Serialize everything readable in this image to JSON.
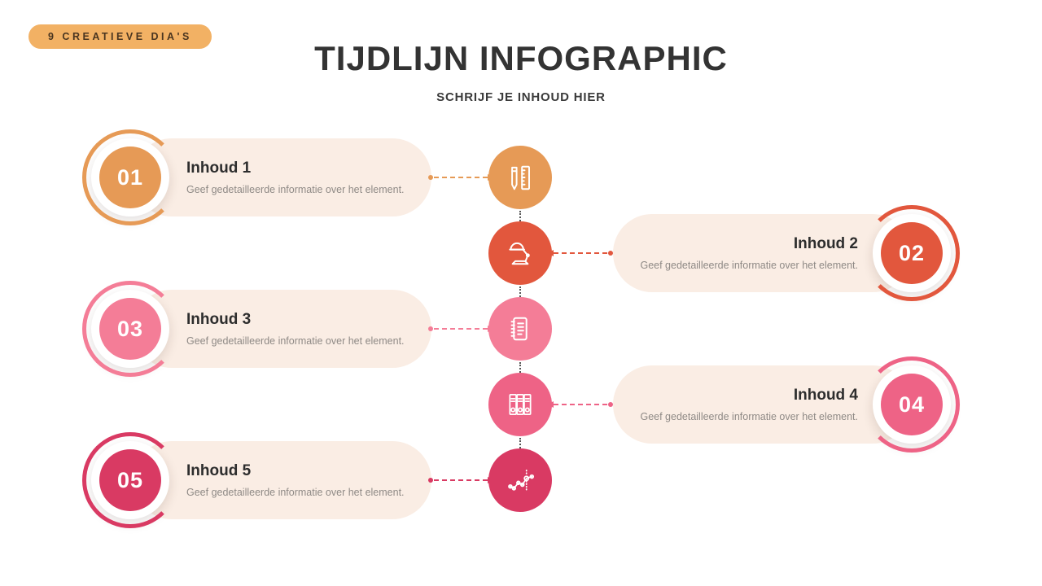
{
  "badge": {
    "label": "9 CREATIEVE DIA'S"
  },
  "header": {
    "title": "TIJDLIJN INFOGRAPHIC",
    "subtitle": "SCHRIJF JE INHOUD HIER"
  },
  "theme": {
    "background": "#FFFFFF",
    "badge_bg": "#F2B164",
    "pill_bg": "#FAEDE4",
    "title_color": "#333333",
    "desc_color": "#8F8A86",
    "vertical_dots_color": "#555555"
  },
  "items": [
    {
      "number": "01",
      "title": "Inhoud 1",
      "description": "Geef gedetailleerde informatie over het element.",
      "side": "left",
      "color": "#E69A56",
      "icon": "pencil-ruler-icon"
    },
    {
      "number": "02",
      "title": "Inhoud 2",
      "description": "Geef gedetailleerde informatie over het element.",
      "side": "right",
      "color": "#E2573D",
      "icon": "desk-lamp-icon"
    },
    {
      "number": "03",
      "title": "Inhoud 3",
      "description": "Geef gedetailleerde informatie over het element.",
      "side": "left",
      "color": "#F47D97",
      "icon": "notebook-icon"
    },
    {
      "number": "04",
      "title": "Inhoud 4",
      "description": "Geef gedetailleerde informatie over het element.",
      "side": "right",
      "color": "#EE6386",
      "icon": "binders-icon"
    },
    {
      "number": "05",
      "title": "Inhoud 5",
      "description": "Geef gedetailleerde informatie over het element.",
      "side": "left",
      "color": "#D93A63",
      "icon": "line-chart-icon"
    }
  ]
}
